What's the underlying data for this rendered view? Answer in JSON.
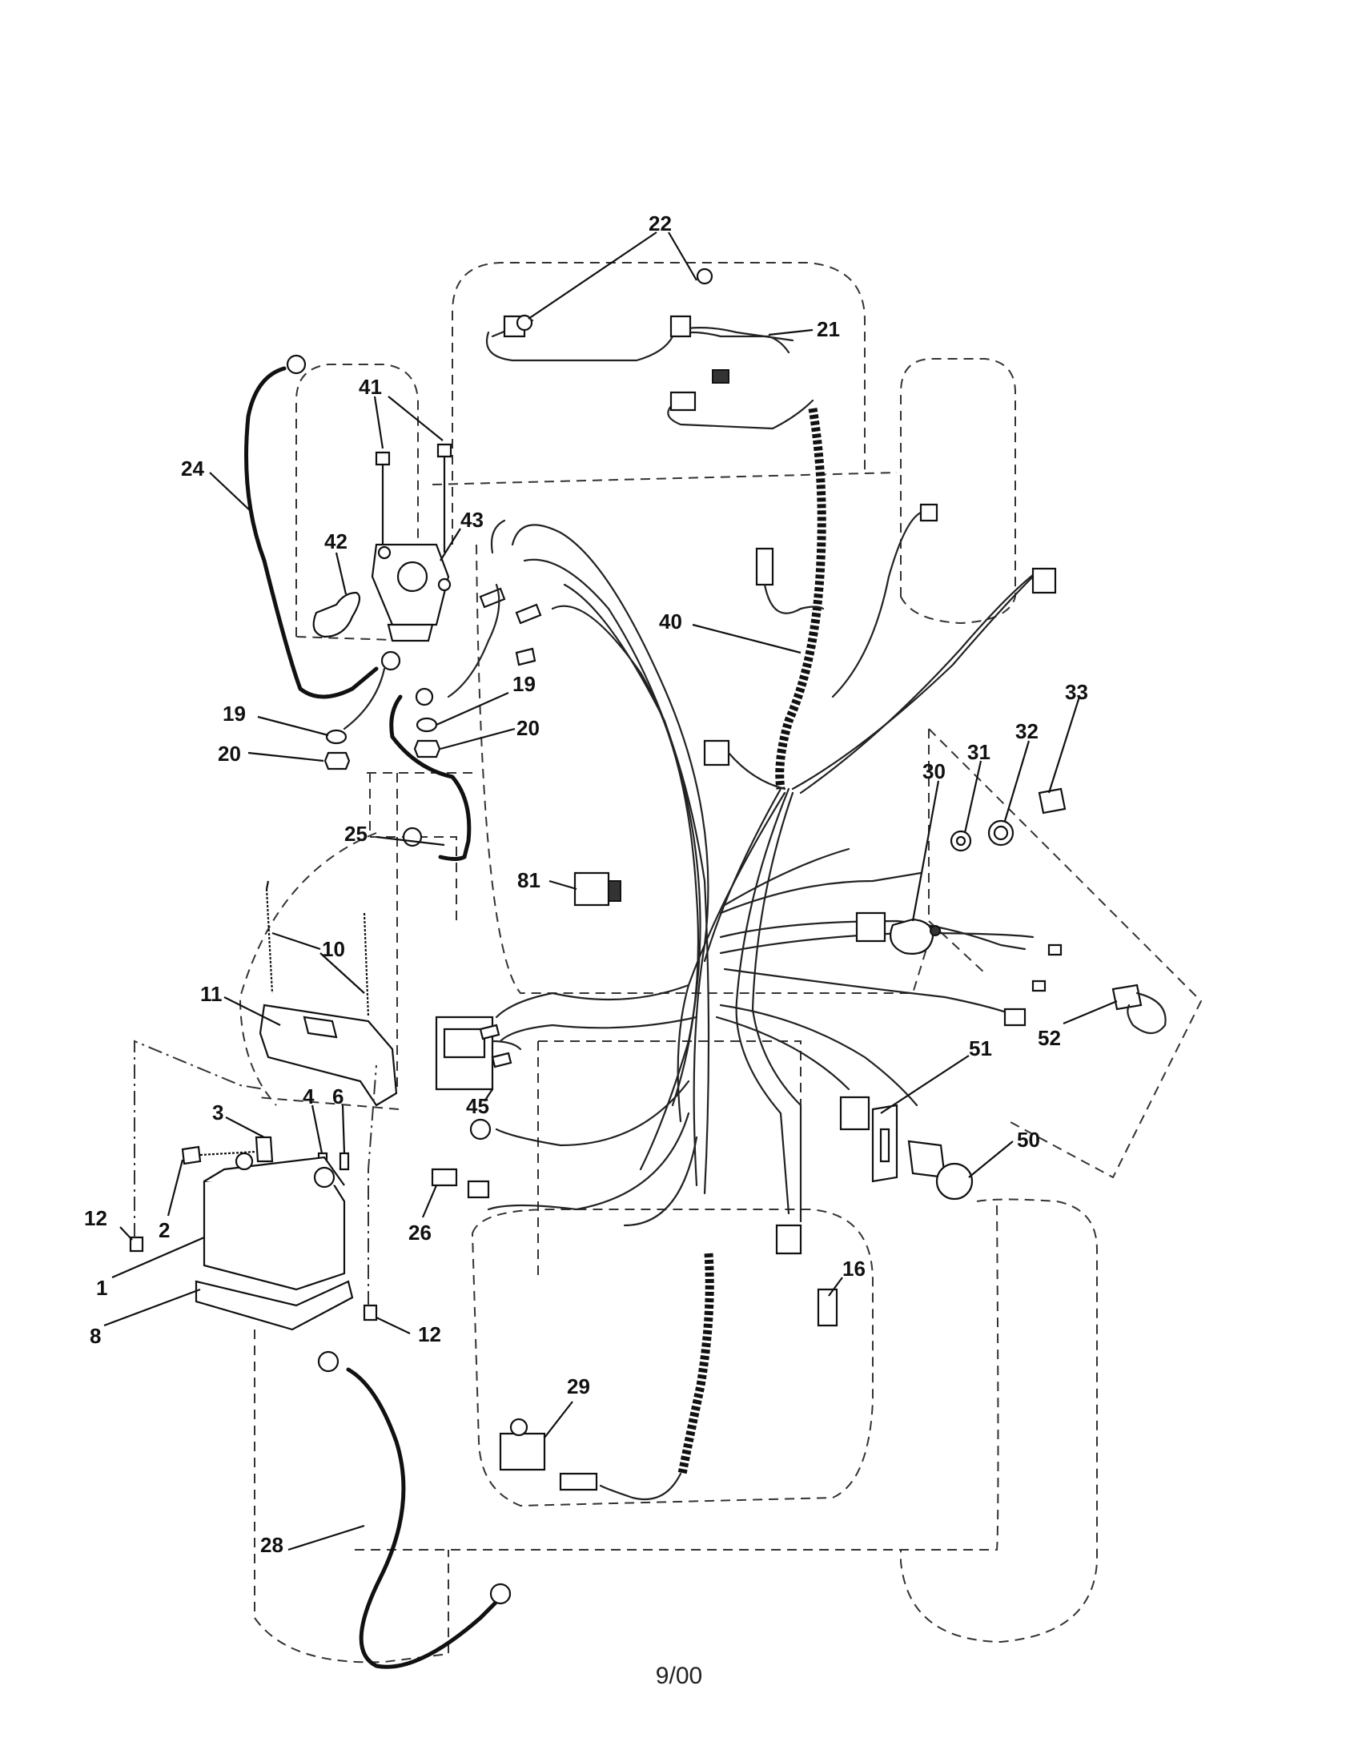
{
  "footer": {
    "date": "9/00"
  },
  "callouts": [
    {
      "id": "c22",
      "text": "22"
    },
    {
      "id": "c21",
      "text": "21"
    },
    {
      "id": "c41",
      "text": "41"
    },
    {
      "id": "c24",
      "text": "24"
    },
    {
      "id": "c42",
      "text": "42"
    },
    {
      "id": "c43",
      "text": "43"
    },
    {
      "id": "c40",
      "text": "40"
    },
    {
      "id": "c19a",
      "text": "19"
    },
    {
      "id": "c19b",
      "text": "19"
    },
    {
      "id": "c20a",
      "text": "20"
    },
    {
      "id": "c20b",
      "text": "20"
    },
    {
      "id": "c33",
      "text": "33"
    },
    {
      "id": "c32",
      "text": "32"
    },
    {
      "id": "c31",
      "text": "31"
    },
    {
      "id": "c30",
      "text": "30"
    },
    {
      "id": "c25",
      "text": "25"
    },
    {
      "id": "c81",
      "text": "81"
    },
    {
      "id": "c10",
      "text": "10"
    },
    {
      "id": "c11",
      "text": "11"
    },
    {
      "id": "c52",
      "text": "52"
    },
    {
      "id": "c51",
      "text": "51"
    },
    {
      "id": "c45",
      "text": "45"
    },
    {
      "id": "c4",
      "text": "4"
    },
    {
      "id": "c6",
      "text": "6"
    },
    {
      "id": "c3",
      "text": "3"
    },
    {
      "id": "c50",
      "text": "50"
    },
    {
      "id": "c12a",
      "text": "12"
    },
    {
      "id": "c2",
      "text": "2"
    },
    {
      "id": "c26",
      "text": "26"
    },
    {
      "id": "c16",
      "text": "16"
    },
    {
      "id": "c1",
      "text": "1"
    },
    {
      "id": "c8",
      "text": "8"
    },
    {
      "id": "c12b",
      "text": "12"
    },
    {
      "id": "c29",
      "text": "29"
    },
    {
      "id": "c28",
      "text": "28"
    }
  ]
}
